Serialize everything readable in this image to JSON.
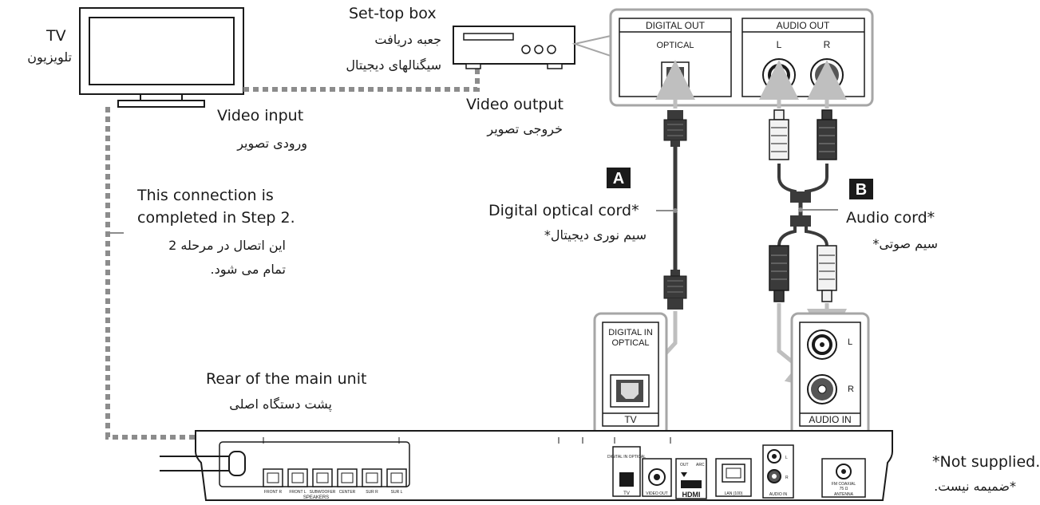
{
  "labels": {
    "tv_en": "TV",
    "tv_fa": "تلویزیون",
    "stb_en": "Set-top box",
    "stb_fa1": "جعبه دریافت",
    "stb_fa2": "سیگنالهای دیجیتال",
    "video_output_en": "Video output",
    "video_output_fa": "خروجی تصویر",
    "video_input_en": "Video input",
    "video_input_fa": "ورودی تصویر",
    "conn_note_en1": "This connection is",
    "conn_note_en2": "completed in Step 2.",
    "conn_note_fa1": "این اتصال در مرحله 2",
    "conn_note_fa2": "تمام می شود.",
    "optical_cord_en": "Digital optical cord*",
    "optical_cord_fa": "سیم نوری دیجیتال*",
    "audio_cord_en": "Audio cord*",
    "audio_cord_fa": "سیم صوتی*",
    "rear_en": "Rear of the main unit",
    "rear_fa": "پشت دستگاه اصلی",
    "not_supplied_en": "*Not supplied.",
    "not_supplied_fa": "*ضمیمه نیست.",
    "marker_a": "A",
    "marker_b": "B"
  },
  "stb_panel": {
    "digital_out": "DIGITAL OUT",
    "optical": "OPTICAL",
    "audio_out": "AUDIO OUT",
    "l": "L",
    "r": "R"
  },
  "unit_callouts": {
    "digital_in": "DIGITAL IN",
    "optical": "OPTICAL",
    "tv": "TV",
    "audio_in": "AUDIO IN",
    "l": "L",
    "r": "R"
  },
  "rear_panel": {
    "speaker_labels": [
      "FRONT R",
      "FRONT L",
      "SUBWOOFER",
      "CENTER",
      "SUR R",
      "SUR L"
    ],
    "speakers": "SPEAKERS",
    "digital_in_small": "DIGITAL IN OPTICAL",
    "tv": "TV",
    "video_out": "VIDEO OUT",
    "hdmi_out": "OUT",
    "hdmi_arc": "ARC",
    "hdmi_logo": "HDMI",
    "lan": "LAN (100)",
    "audio_in": "AUDIO IN",
    "l": "L",
    "r": "R",
    "fm_coaxial": "FM COAXIAL",
    "ohm": "75 Ω",
    "antenna": "ANTENNA"
  },
  "colors": {
    "line": "#1a1a1a",
    "dotted_cable": "#8c8c8c",
    "arrow_gray": "#bfbfbf",
    "callout_border": "#a6a6a6",
    "cord_dark": "#3a3a3a",
    "plug_white": "#f2f2f2"
  }
}
